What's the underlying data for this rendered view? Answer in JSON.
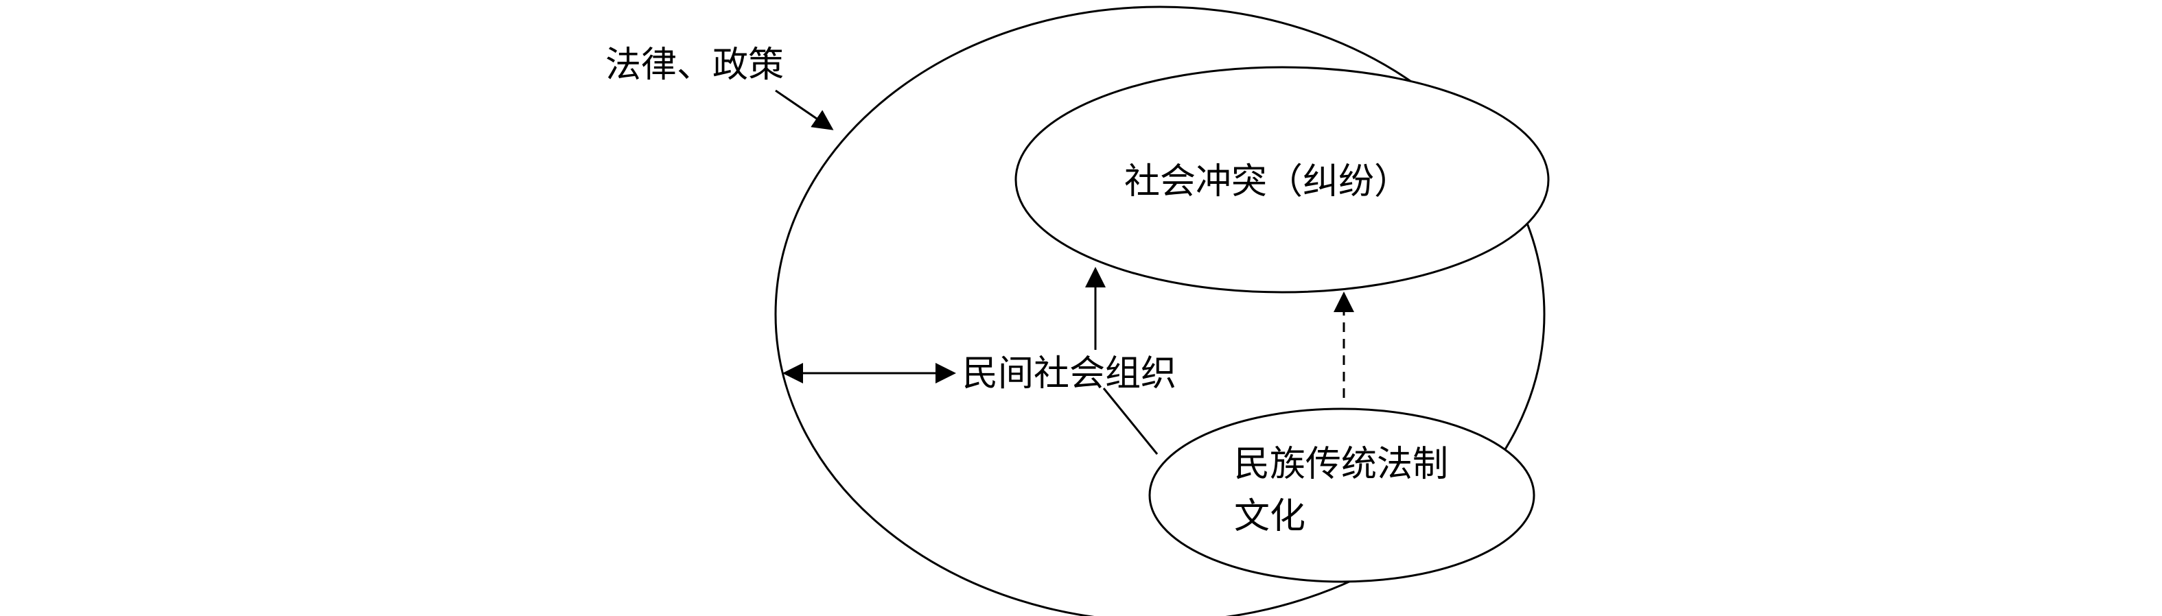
{
  "diagram": {
    "labels": {
      "policy": "法律、政策",
      "conflict": "社会冲突（纠纷）",
      "civil_org": "民间社会组织",
      "tradition_line1": "民族传统法制",
      "tradition_line2": "文化"
    },
    "colors": {
      "stroke": "#000000",
      "background": "#ffffff"
    }
  }
}
